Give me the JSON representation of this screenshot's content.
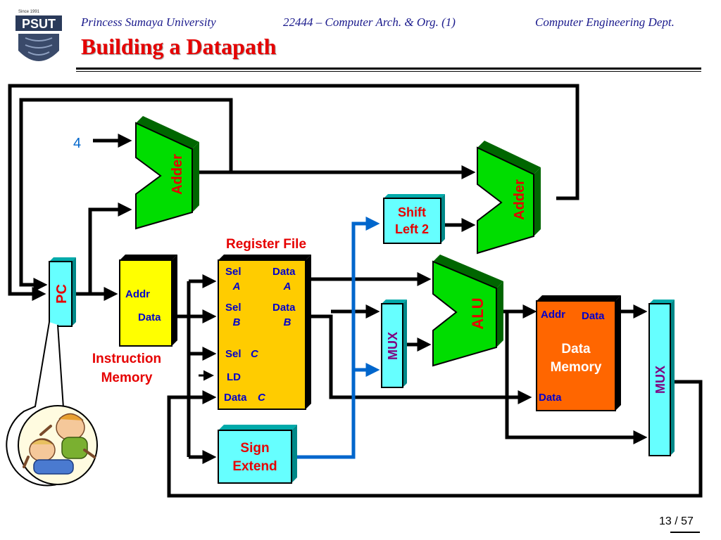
{
  "header": {
    "university": "Princess Sumaya University",
    "course": "22444 – Computer Arch. & Org. (1)",
    "department": "Computer Engineering Dept."
  },
  "logo": {
    "top_text": "Since 1991",
    "name": "PSUT"
  },
  "title": "Building a Datapath",
  "diagram": {
    "constant_four": "4",
    "adder1": "Adder",
    "adder2": "Adder",
    "shift_line1": "Shift",
    "shift_line2": "Left 2",
    "register_file_title": "Register File",
    "regfile": {
      "sel": "Sel",
      "a": "A",
      "b": "B",
      "c": "C",
      "data": "Data",
      "ld": "LD"
    },
    "pc": "PC",
    "imem_addr": "Addr",
    "imem_data": "Data",
    "imem_title_line1": "Instruction",
    "imem_title_line2": "Memory",
    "alu": "ALU",
    "mux1": "MUX",
    "mux2": "MUX",
    "dmem_addr": "Addr",
    "dmem_data_out": "Data",
    "dmem_line1": "Data",
    "dmem_line2": "Memory",
    "dmem_data_in": "Data",
    "sign_line1": "Sign",
    "sign_line2": "Extend"
  },
  "page_number": "13 / 57",
  "colors": {
    "header_text": "#1a1a8c",
    "title": "#e60000",
    "adder": "#00dd00",
    "cyan_blocks": "#66ffff",
    "register_file": "#ffcc00",
    "instruction_memory": "#ffff00",
    "data_memory": "#ff6600",
    "mux_text": "#800080",
    "label_blue": "#0000cc",
    "label_red": "#e60000",
    "sign_extend_wire": "#0066cc"
  }
}
